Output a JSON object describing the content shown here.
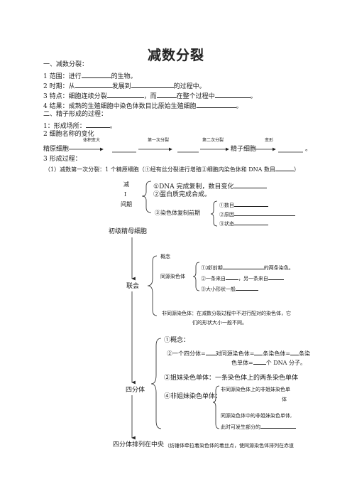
{
  "title": "减数分裂",
  "sec1": {
    "heading": "一、减数分裂：",
    "l1a": "1 范围：进行",
    "l1b": "的生物。",
    "l2a": "2 时期：从",
    "l2b": "发展到",
    "l2c": "的过程中。",
    "l3a": "3 特点：细胞连续分裂",
    "l3b": "，而",
    "l3c": "在整个过程中",
    "l3d": "。",
    "l4a": "4 结果：成熟的生殖细胞中染色体数目比原始生殖细胞",
    "l4b": "。"
  },
  "sec2": {
    "heading": "二、精子形成的过程：",
    "l1a": "1：形成场所：",
    "l1b": "。",
    "l2": "2 细胞名称的变化",
    "lbl_growth": "体积变大",
    "lbl_div1": "第一次分裂",
    "lbl_div2": "第二次分裂",
    "lbl_transform": "变形",
    "start": "精原细胞",
    "sperm": "精子细胞",
    "end": "。",
    "l3": "3 形成过程：",
    "l4a": "（1）减数第一次分裂：1 个精原细胞（①经有丝分裂进行增殖②细胞内染色体和 DNA 数目",
    "l4b": "）"
  },
  "diagram": {
    "interphase": [
      "减",
      "Ⅰ",
      "间期"
    ],
    "ip1": "①DNA 完成复制，数目变化",
    "ip2": "②蛋白质完成合成。",
    "ip3": "③染色体复制前期",
    "ip3a": "①数目",
    "ip3b": "②原因",
    "ip3c": "③状态",
    "primary": "初级精母细胞",
    "synapsis": "联会",
    "concept": "概念",
    "homolog": "同源染色体",
    "h1a": "①减Ⅰ前期",
    "h1b": "的两条染色。",
    "h2a": "②一条来自",
    "h2b": "，另一条来自",
    "h3": "③大小形状一般",
    "nonhomolog1": "非同源染色体：在减数分裂过程中不进行配对的染色体，它",
    "nonhomolog2": "们的形状大小一般不同。",
    "tetrad": "四分体",
    "t_concept": "①概念：",
    "t2a": "②一个四分体=",
    "t2b": "对同源染色体=",
    "t2c": "条染色体=",
    "t2d": "条染",
    "t2e": "色单体=",
    "t2f": "个 DNA 分子。",
    "sister": "③姐妹染色单体：一条染色体上的两条染色单体",
    "nonsister": "④非姐妹染色单体：",
    "ns1": "非同源染色体上的非姐妹染色单",
    "ns2": "体",
    "ns3": "同源染色体中的非姐妹染色单体,",
    "ns4": "此时可发生部分的",
    "metaphase": "四分体排列在中央",
    "metaphase_note": "（纺锤体牵拉着染色体的着丝点，使同源染色体排列在赤道"
  }
}
